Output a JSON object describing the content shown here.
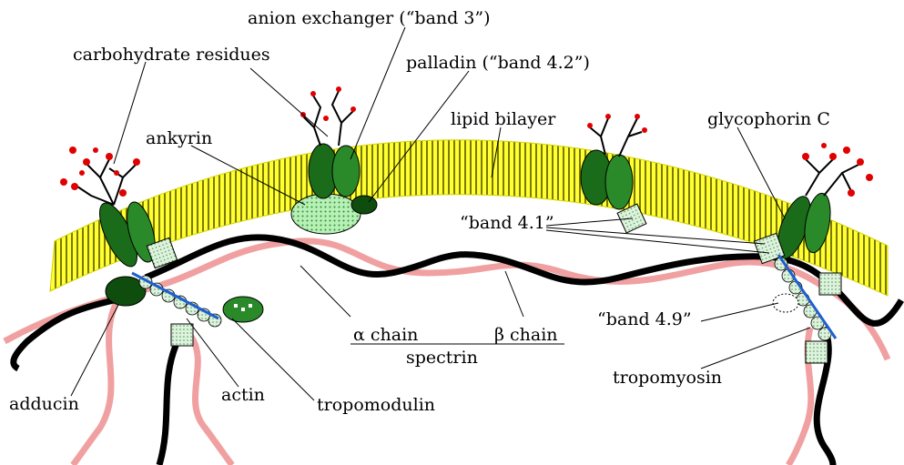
{
  "labels": {
    "anion_exchanger": "anion exchanger (“band 3”)",
    "carbohydrate_residues": "carbohydrate residues",
    "palladin": "palladin (“band 4.2”)",
    "lipid_bilayer": "lipid bilayer",
    "glycophorin_c": "glycophorin C",
    "ankyrin": "ankyrin",
    "band_4_1": "“band 4.1”",
    "band_4_9": "“band 4.9”",
    "alpha_chain": "α chain",
    "beta_chain": "β chain",
    "spectrin": "spectrin",
    "adducin": "adducin",
    "actin": "actin",
    "tropomodulin": "tropomodulin",
    "tropomyosin": "tropomyosin"
  },
  "colors": {
    "lipid": "#ffff00",
    "spectrin_alpha": "#000000",
    "spectrin_beta": "#f0a0a0",
    "protein_dark": "#1a6b1a",
    "protein_light": "#5fc25f",
    "band_box": "#cfe8cf",
    "sugar": "#e00000",
    "tropomyosin": "#1e5fd0"
  }
}
